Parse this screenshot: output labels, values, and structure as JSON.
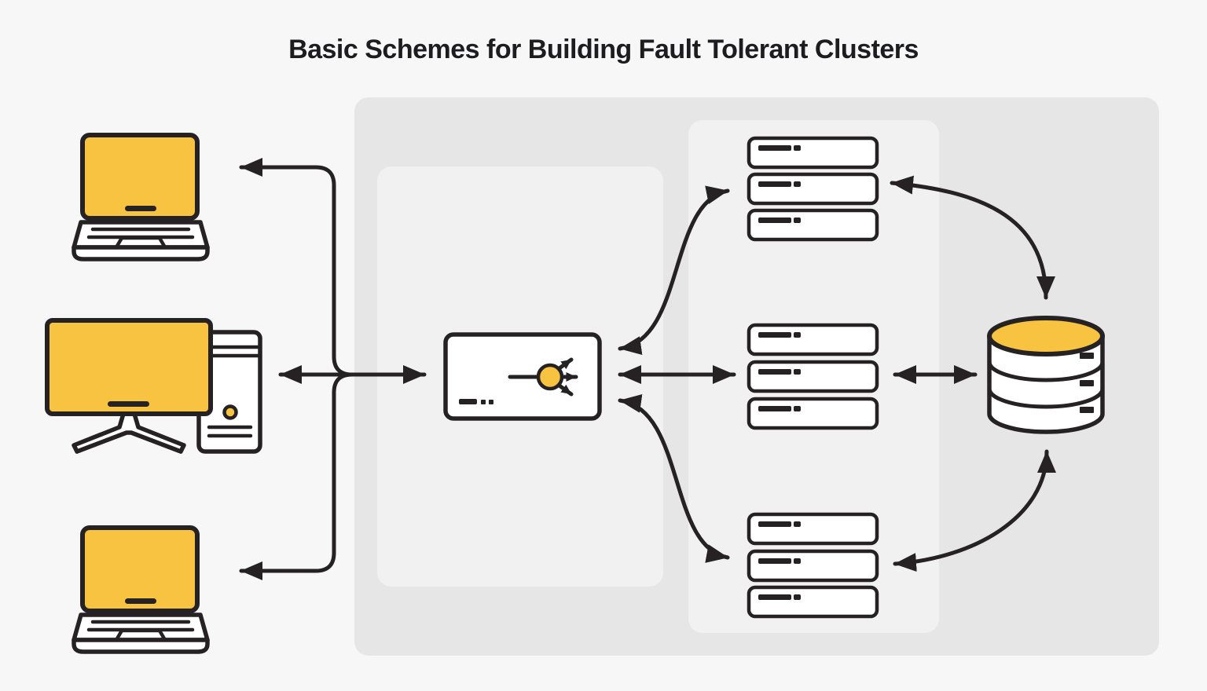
{
  "title": "Basic Schemes for Building Fault Tolerant Clusters",
  "colors": {
    "background": "#F7F7F8",
    "panel_outer": "#E6E6E7",
    "panel_inner": "#F1F1F2",
    "stroke": "#262223",
    "accent_yellow": "#F8C340",
    "white": "#FFFFFF"
  },
  "icons": {
    "clients": [
      "laptop-icon",
      "desktop-computer-icon",
      "laptop-icon"
    ],
    "load_balancer": "load-balancer-icon",
    "server_racks": [
      "server-stack-icon",
      "server-stack-icon",
      "server-stack-icon"
    ],
    "storage": "database-cylinder-icon"
  },
  "structure": {
    "client_count": 3,
    "server_groups": 3,
    "servers_per_group": 3,
    "database_disks": 3
  }
}
